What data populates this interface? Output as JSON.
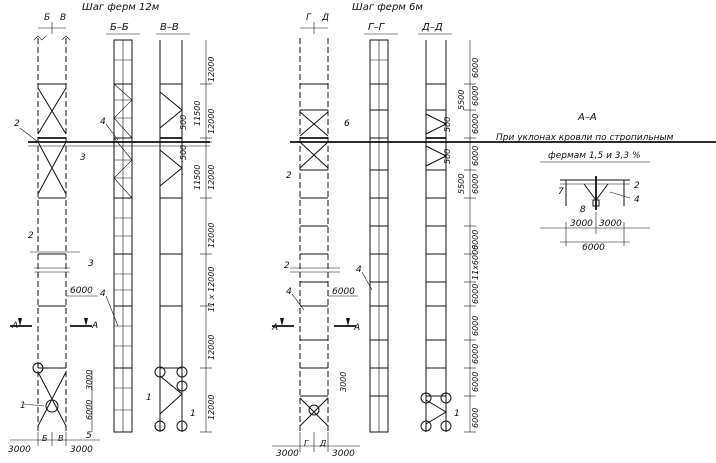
{
  "titles": {
    "left": "Шаг ферм 12м",
    "right": "Шаг ферм 6м"
  },
  "sections": {
    "bb": "Б–Б",
    "vv": "В–В",
    "gg": "Г–Г",
    "dd": "Д–Д",
    "aa": "А–А"
  },
  "letters": {
    "b": "Б",
    "v": "В",
    "g": "Г",
    "d": "Д",
    "a": "А"
  },
  "aa_note": {
    "line1": "При уклонах кровли по стропильным",
    "line2": "фермам 1,5 и 3,3 %"
  },
  "left_dims": {
    "d12000": "12000",
    "d11500": "11500",
    "d500": "500",
    "d11x12000": "11 х 12000",
    "d6000": "6000",
    "d3000": "3000"
  },
  "right_dims": {
    "d6000": "6000",
    "d5500": "5500",
    "d500": "500",
    "d11x6000": "11х6000",
    "d3000": "3000"
  },
  "aa_dims": {
    "d3000": "3000",
    "d6000": "6000"
  },
  "callouts": {
    "c1": "1",
    "c2": "2",
    "c3": "3",
    "c4": "4",
    "c5": "5",
    "c6": "6",
    "c7": "7",
    "c8": "8"
  }
}
